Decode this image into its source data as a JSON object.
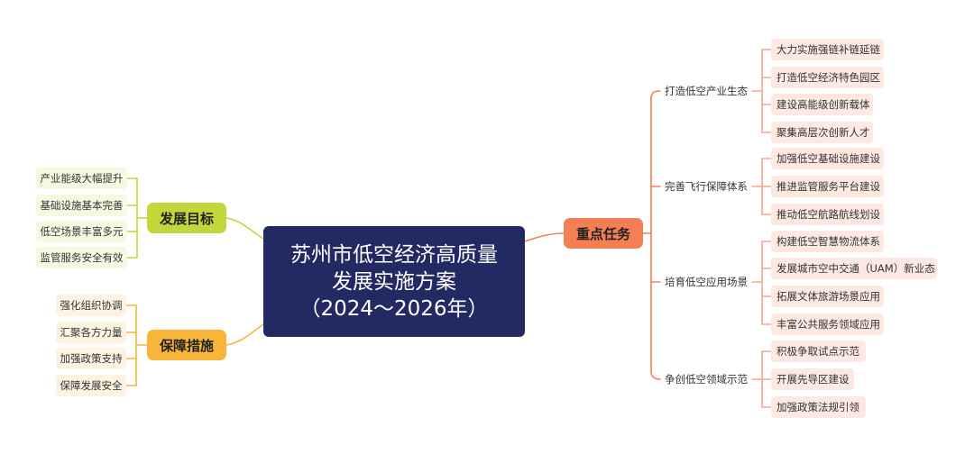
{
  "center": {
    "lines": [
      "苏州市低空经济高质量",
      "发展实施方案",
      "（2024～2026年）"
    ]
  },
  "goals": {
    "title": "发展目标",
    "items": [
      "产业能级大幅提升",
      "基础设施基本完善",
      "低空场景丰富多元",
      "监管服务安全有效"
    ]
  },
  "guarantees": {
    "title": "保障措施",
    "items": [
      "强化组织协调",
      "汇聚各方力量",
      "加强政策支持",
      "保障发展安全"
    ]
  },
  "tasks": {
    "title": "重点任务",
    "groups": [
      {
        "label": "打造低空产业生态",
        "items": [
          "大力实施强链补链延链",
          "打造低空经济特色园区",
          "建设高能级创新载体",
          "聚集高层次创新人才"
        ]
      },
      {
        "label": "完善飞行保障体系",
        "items": [
          "加强低空基础设施建设",
          "推进监管服务平台建设",
          "推动低空航路航线划设"
        ]
      },
      {
        "label": "培育低空应用场景",
        "items": [
          "构建低空智慧物流体系",
          "发展城市空中交通（UAM）新业态",
          "拓展文体旅游场景应用",
          "丰富公共服务领域应用"
        ]
      },
      {
        "label": "争创低空领域示范",
        "items": [
          "积极争取试点示范",
          "开展先导区建设",
          "加强政策法规引领"
        ]
      }
    ]
  },
  "colors": {
    "center": "#232a63",
    "goal": "#c1d73a",
    "guarantee": "#f7b53a",
    "task": "#f47f55"
  }
}
